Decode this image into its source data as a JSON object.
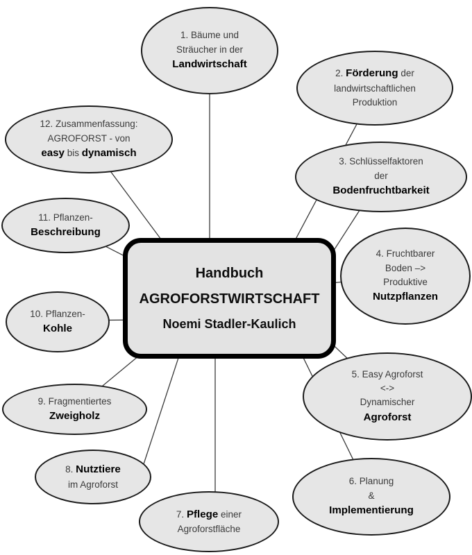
{
  "diagram_title": "Handbuch AGROFORSTWIRTSCHAFT",
  "colors": {
    "background": "#ffffff",
    "node_fill": "#e6e6e6",
    "node_stroke": "#1a1a1a",
    "center_fill": "#e3e3e3",
    "center_stroke": "#000000",
    "connector": "#3a3a3a",
    "text_regular": "#3a3a3a",
    "text_bold": "#000000"
  },
  "center": {
    "line1": "Handbuch",
    "line2": "AGROFORSTWIRTSCHAFT",
    "line3": "Noemi Stadler-Kaulich"
  },
  "nodes": [
    {
      "id": 1,
      "lines": [
        {
          "segs": [
            {
              "t": "1. Bäume und",
              "b": false
            }
          ]
        },
        {
          "segs": [
            {
              "t": "Sträucher in der",
              "b": false
            }
          ]
        },
        {
          "segs": [
            {
              "t": "Landwirtschaft",
              "b": true
            }
          ]
        }
      ]
    },
    {
      "id": 2,
      "lines": [
        {
          "segs": [
            {
              "t": "2. ",
              "b": false
            },
            {
              "t": "Förderung",
              "b": true
            },
            {
              "t": " der",
              "b": false
            }
          ]
        },
        {
          "segs": [
            {
              "t": "landwirtschaftlichen",
              "b": false
            }
          ]
        },
        {
          "segs": [
            {
              "t": "Produktion",
              "b": false
            }
          ]
        }
      ]
    },
    {
      "id": 3,
      "lines": [
        {
          "segs": [
            {
              "t": "3. Schlüsselfaktoren",
              "b": false
            }
          ]
        },
        {
          "segs": [
            {
              "t": "der",
              "b": false
            }
          ]
        },
        {
          "segs": [
            {
              "t": "Bodenfruchtbarkeit",
              "b": true
            }
          ]
        }
      ]
    },
    {
      "id": 4,
      "lines": [
        {
          "segs": [
            {
              "t": "4. Fruchtbarer",
              "b": false
            }
          ]
        },
        {
          "segs": [
            {
              "t": "Boden –>",
              "b": false
            }
          ]
        },
        {
          "segs": [
            {
              "t": "Produktive",
              "b": false
            }
          ]
        },
        {
          "segs": [
            {
              "t": "Nutzpflanzen",
              "b": true
            }
          ]
        }
      ]
    },
    {
      "id": 5,
      "lines": [
        {
          "segs": [
            {
              "t": "5. Easy Agroforst",
              "b": false
            }
          ]
        },
        {
          "segs": [
            {
              "t": "<->",
              "b": false
            }
          ]
        },
        {
          "segs": [
            {
              "t": "Dynamischer",
              "b": false
            }
          ]
        },
        {
          "segs": [
            {
              "t": "Agroforst",
              "b": true
            }
          ]
        }
      ]
    },
    {
      "id": 6,
      "lines": [
        {
          "segs": [
            {
              "t": "6. Planung",
              "b": false
            }
          ]
        },
        {
          "segs": [
            {
              "t": "&",
              "b": false
            }
          ]
        },
        {
          "segs": [
            {
              "t": "Implementierung",
              "b": true
            }
          ]
        }
      ]
    },
    {
      "id": 7,
      "lines": [
        {
          "segs": [
            {
              "t": "7. ",
              "b": false
            },
            {
              "t": "Pflege",
              "b": true
            },
            {
              "t": " einer",
              "b": false
            }
          ]
        },
        {
          "segs": [
            {
              "t": "Agroforstfläche",
              "b": false
            }
          ]
        }
      ]
    },
    {
      "id": 8,
      "lines": [
        {
          "segs": [
            {
              "t": "8. ",
              "b": false
            },
            {
              "t": "Nutztiere",
              "b": true
            }
          ]
        },
        {
          "segs": [
            {
              "t": "im Agroforst",
              "b": false
            }
          ]
        }
      ]
    },
    {
      "id": 9,
      "lines": [
        {
          "segs": [
            {
              "t": "9. Fragmentiertes",
              "b": false
            }
          ]
        },
        {
          "segs": [
            {
              "t": "Zweigholz",
              "b": true
            }
          ]
        }
      ]
    },
    {
      "id": 10,
      "lines": [
        {
          "segs": [
            {
              "t": "10. Pflanzen-",
              "b": false
            }
          ]
        },
        {
          "segs": [
            {
              "t": "Kohle",
              "b": true
            }
          ]
        }
      ]
    },
    {
      "id": 11,
      "lines": [
        {
          "segs": [
            {
              "t": "11. Pflanzen-",
              "b": false
            }
          ]
        },
        {
          "segs": [
            {
              "t": "Beschreibung",
              "b": true
            }
          ]
        }
      ]
    },
    {
      "id": 12,
      "lines": [
        {
          "segs": [
            {
              "t": "12. Zusammenfassung:",
              "b": false
            }
          ]
        },
        {
          "segs": [
            {
              "t": "AGROFORST - von",
              "b": false
            }
          ]
        },
        {
          "segs": [
            {
              "t": "easy",
              "b": true
            },
            {
              "t": " bis ",
              "b": false
            },
            {
              "t": "dynamisch",
              "b": true
            }
          ]
        }
      ]
    }
  ]
}
